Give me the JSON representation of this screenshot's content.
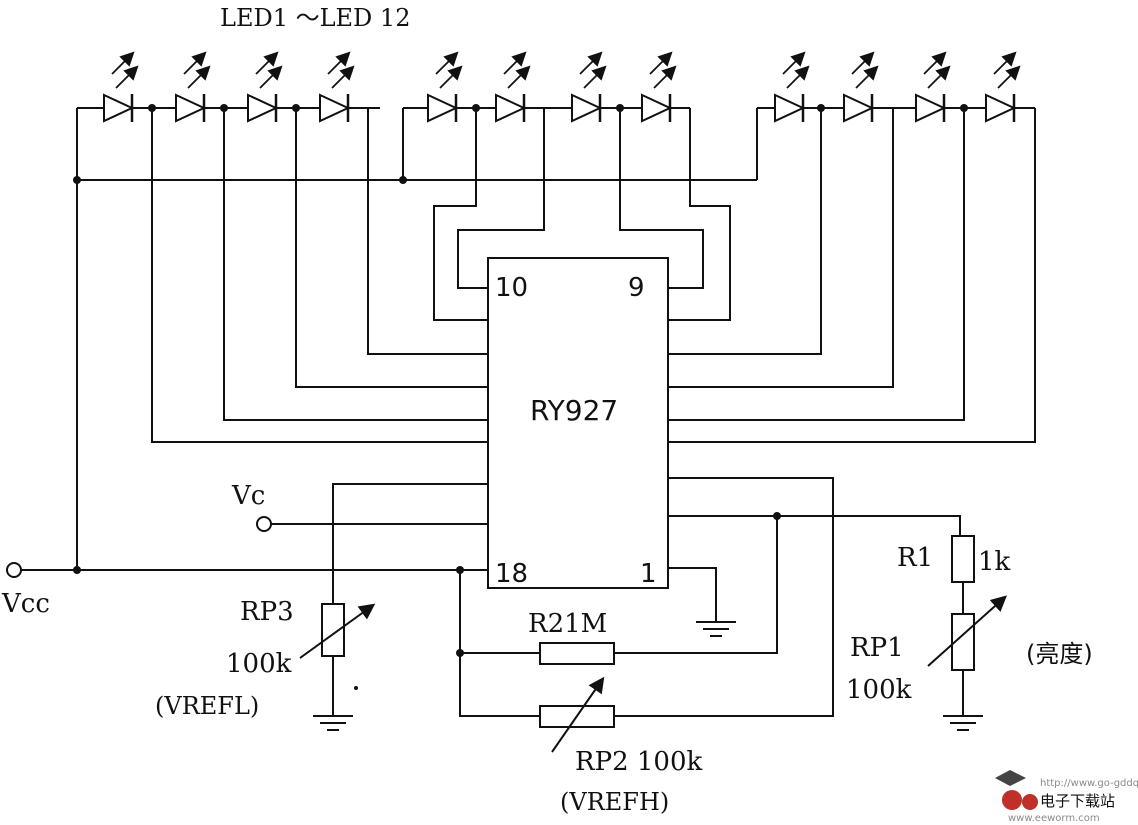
{
  "labels": {
    "led_range": "LED1 ～LED 12",
    "chip_name": "RY927",
    "pin10": "10",
    "pin9": "9",
    "pin18": "18",
    "pin1": "1",
    "vc": "Vc",
    "vcc": "Vcc",
    "rp3": "RP3",
    "rp3_value": "100k",
    "rp3_note": "(VREFL)",
    "r2": "R21M",
    "rp2": "RP2 100k",
    "rp2_note": "(VREFH)",
    "r1": "R1",
    "r1_value": "1k",
    "rp1": "RP1",
    "rp1_value": "100k",
    "brightness": "(亮度)"
  },
  "watermark": {
    "brand": "电子下载站",
    "url": "http://www.go-gddq.com",
    "url2": "www.eeworm.com"
  },
  "colors": {
    "ink": "#111111",
    "watermark_red": "#c0302a",
    "watermark_gray": "#8a8a8a"
  }
}
